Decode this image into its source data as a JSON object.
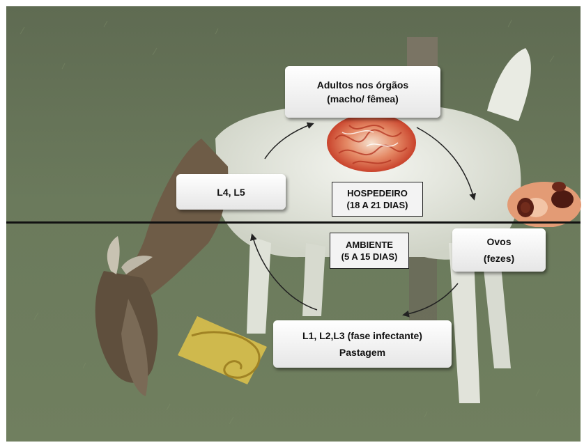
{
  "stages": {
    "adults": {
      "line1": "Adultos nos órgãos",
      "line2": "(macho/ fêmea)"
    },
    "eggs": {
      "line1": "Ovos",
      "line2": "(fezes)"
    },
    "larvae_pasture": {
      "line1": "L1, L2,L3 (fase infectante)",
      "line2": "Pastagem"
    },
    "larvae_host": {
      "line1": "L4, L5"
    }
  },
  "zones": {
    "host": {
      "line1": "HOSPEDEIRO",
      "line2": "(18 A 21 DIAS)"
    },
    "environment": {
      "line1": "AMBIENTE",
      "line2": "(5 A 15 DIAS)"
    }
  },
  "colors": {
    "grass": "#5d6a50",
    "box_fill": "#ffffff",
    "divider": "#111111",
    "arrow": "#222222",
    "larva_highlight": "#e0c34a",
    "worm_mass": "#d8573a",
    "egg_fill": "#e7a079",
    "egg_dark": "#5a1f15"
  },
  "icons": [
    "goat-photo",
    "worm-mass-icon",
    "eggs-icon",
    "larva-icon"
  ]
}
